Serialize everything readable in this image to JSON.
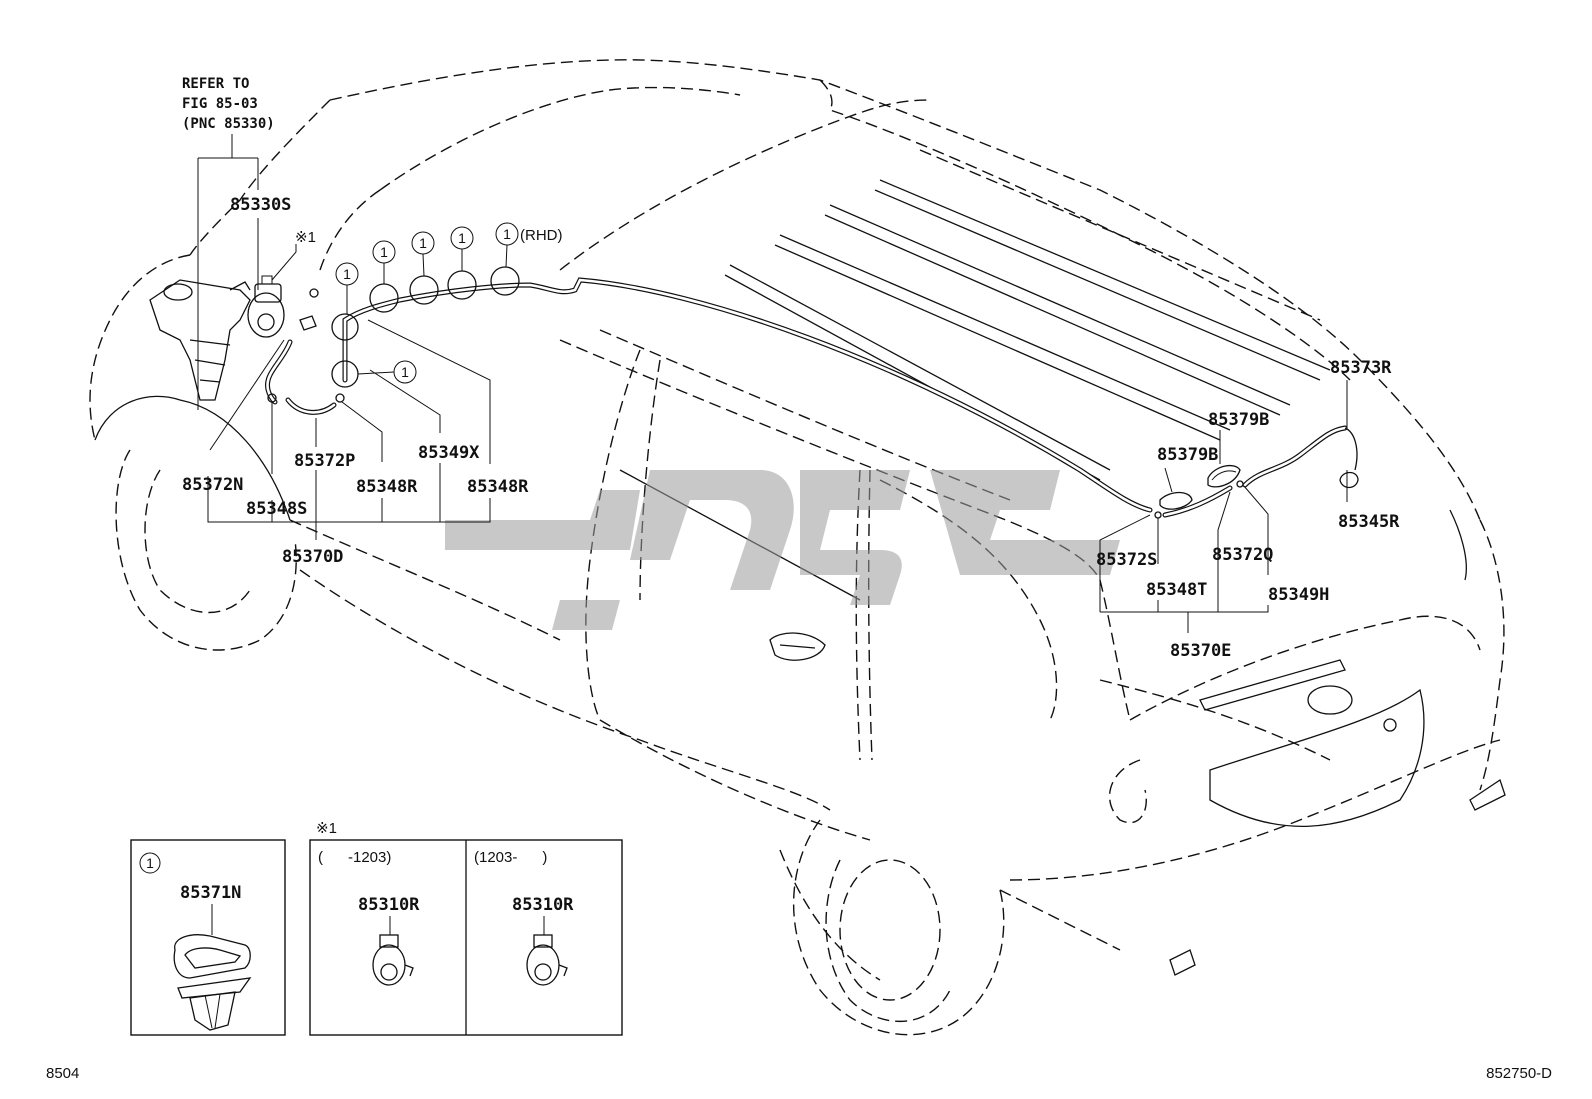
{
  "diagram": {
    "refer_note": [
      "REFER TO",
      "FIG 85-03",
      "(PNC 85330)"
    ],
    "callout_symbol": "1",
    "note_symbol": "※1",
    "rhd_note": "(RHD)",
    "parts": {
      "p85330S": "85330S",
      "p85372N": "85372N",
      "p85348S": "85348S",
      "p85372P": "85372P",
      "p85348R_a": "85348R",
      "p85349X": "85349X",
      "p85348R_b": "85348R",
      "p85370D": "85370D",
      "p85373R": "85373R",
      "p85379B_a": "85379B",
      "p85379B_b": "85379B",
      "p85345R": "85345R",
      "p85372S": "85372S",
      "p85372Q": "85372Q",
      "p85348T": "85348T",
      "p85349H": "85349H",
      "p85370E": "85370E"
    },
    "inset_clip": {
      "callout": "1",
      "part": "85371N"
    },
    "inset_motor": {
      "note": "※1",
      "left_range": "(      -1203)",
      "left_part": "85310R",
      "right_range": "(1203-      )",
      "right_part": "85310R"
    },
    "footer_left": "8504",
    "footer_right": "852750-D"
  }
}
